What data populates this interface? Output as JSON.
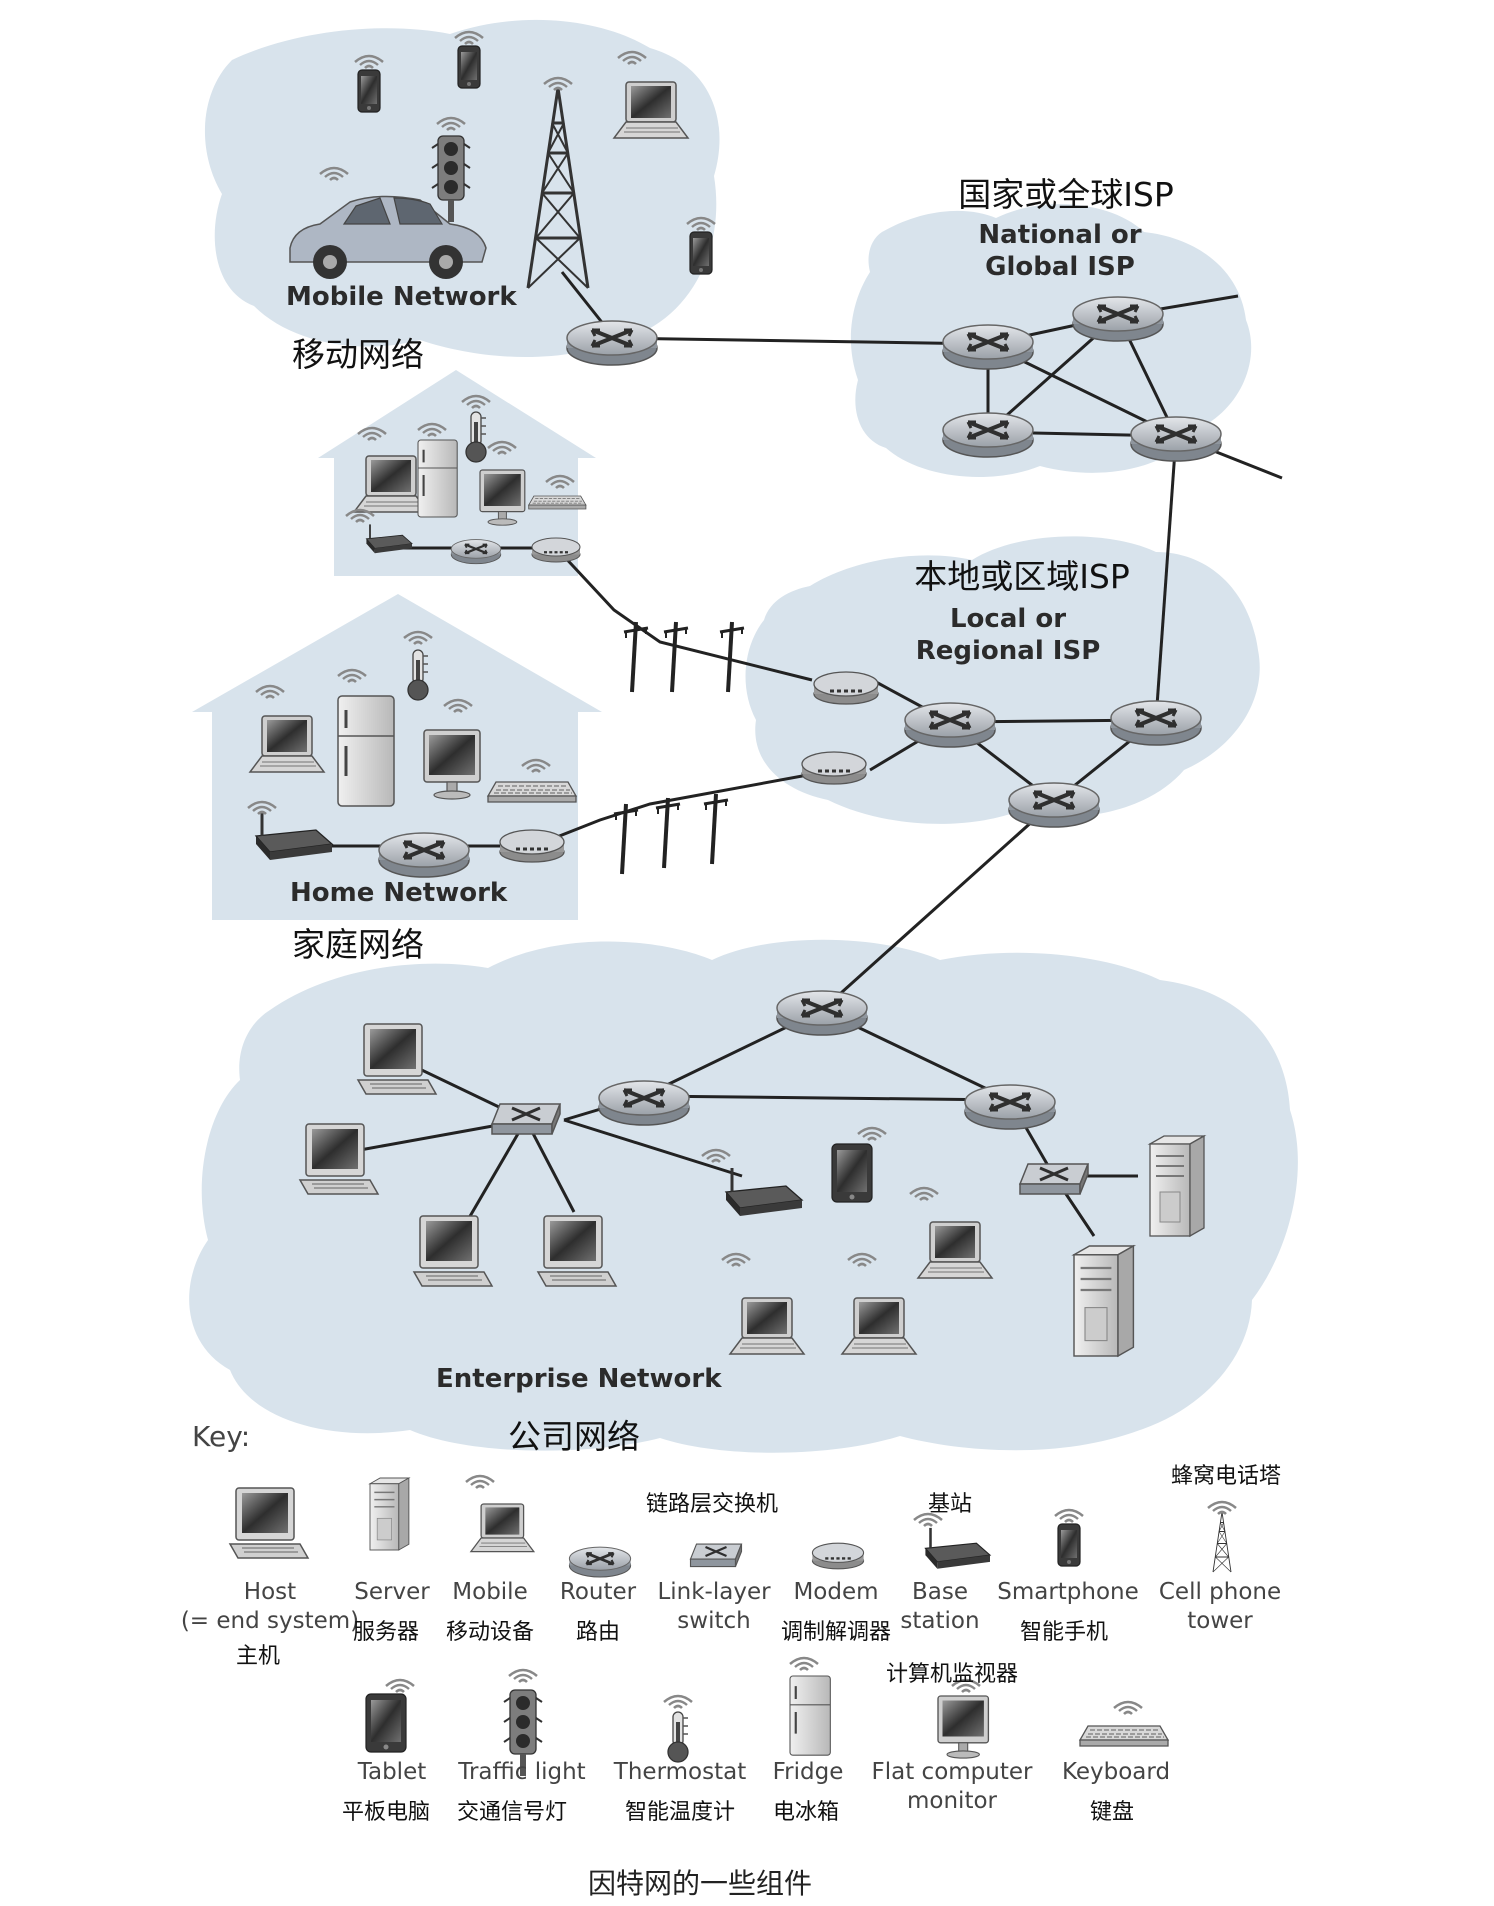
{
  "regions": {
    "mobile": {
      "en": "Mobile Network",
      "zh": "移动网络"
    },
    "national": {
      "zh": "国家或全球ISP",
      "en_line1": "National or",
      "en_line2": "Global ISP"
    },
    "local": {
      "zh": "本地或区域ISP",
      "en_line1": "Local or",
      "en_line2": "Regional ISP"
    },
    "home": {
      "en": "Home Network",
      "zh": "家庭网络"
    },
    "enterprise": {
      "en": "Enterprise Network",
      "zh": "公司网络"
    }
  },
  "key": {
    "title": "Key:",
    "items": {
      "host": {
        "en_line1": "Host",
        "en_line2": "(= end system)",
        "zh": "主机",
        "icon": "monitor-icon"
      },
      "server": {
        "en": "Server",
        "zh": "服务器",
        "icon": "server-icon"
      },
      "mobile": {
        "en": "Mobile",
        "zh": "移动设备",
        "icon": "laptop-icon"
      },
      "router": {
        "en": "Router",
        "zh": "路由",
        "icon": "router-icon"
      },
      "switch": {
        "zh": "链路层交换机",
        "en_line1": "Link-layer",
        "en_line2": "switch",
        "icon": "switch-icon"
      },
      "modem": {
        "en": "Modem",
        "zh": "调制解调器",
        "icon": "modem-icon"
      },
      "base": {
        "zh": "基站",
        "en_line1": "Base",
        "en_line2": "station",
        "icon": "base-station-icon"
      },
      "smartphone": {
        "en": "Smartphone",
        "zh": "智能手机",
        "icon": "smartphone-icon"
      },
      "tower": {
        "zh": "蜂窝电话塔",
        "en_line1": "Cell phone",
        "en_line2": "tower",
        "icon": "cell-tower-icon"
      },
      "tablet": {
        "en": "Tablet",
        "zh": "平板电脑",
        "icon": "tablet-icon"
      },
      "traffic": {
        "en": "Traffic light",
        "zh": "交通信号灯",
        "icon": "traffic-light-icon"
      },
      "thermostat": {
        "en": "Thermostat",
        "zh": "智能温度计",
        "icon": "thermostat-icon"
      },
      "fridge": {
        "en": "Fridge",
        "zh": "电冰箱",
        "icon": "fridge-icon"
      },
      "flatmon": {
        "zh": "计算机监视器",
        "en_line1": "Flat computer",
        "en_line2": "monitor",
        "icon": "flat-monitor-icon"
      },
      "keyboard": {
        "en": "Keyboard",
        "zh": "键盘",
        "icon": "keyboard-icon"
      }
    }
  },
  "caption": "因特网的一些组件",
  "colors": {
    "cloud": "#d8e3ec",
    "device_dark": "#3a3a3a",
    "router": "#b8bcc2",
    "link": "#222222"
  }
}
